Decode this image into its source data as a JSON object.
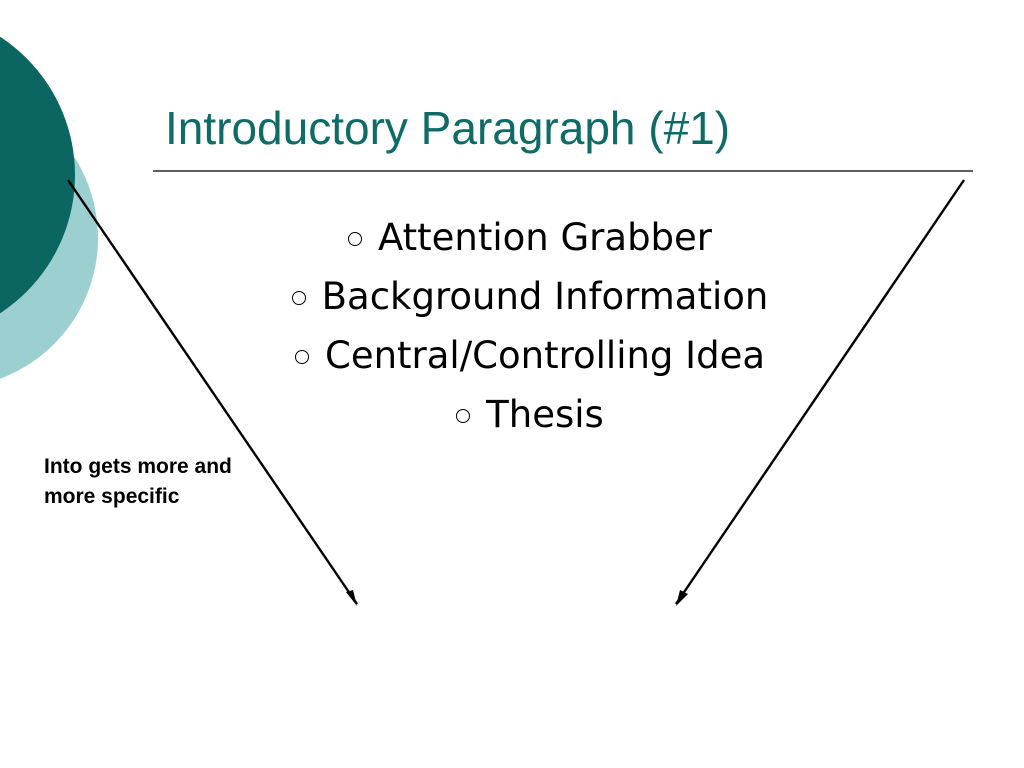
{
  "slide": {
    "title": "Introductory Paragraph (#1)",
    "bullets": [
      "Attention Grabber",
      "Background Information",
      "Central/Controlling Idea",
      "Thesis"
    ],
    "note": "Into gets more and more specific"
  },
  "colors": {
    "title": "#0e6b66",
    "circle_dark": "#0b6661",
    "circle_light": "#9ccfd0",
    "rule": "#000000",
    "arrows": "#000000",
    "text": "#000000"
  },
  "icons": {
    "bullet": "hollow-circle-icon",
    "arrow": "arrow-down-icon"
  }
}
